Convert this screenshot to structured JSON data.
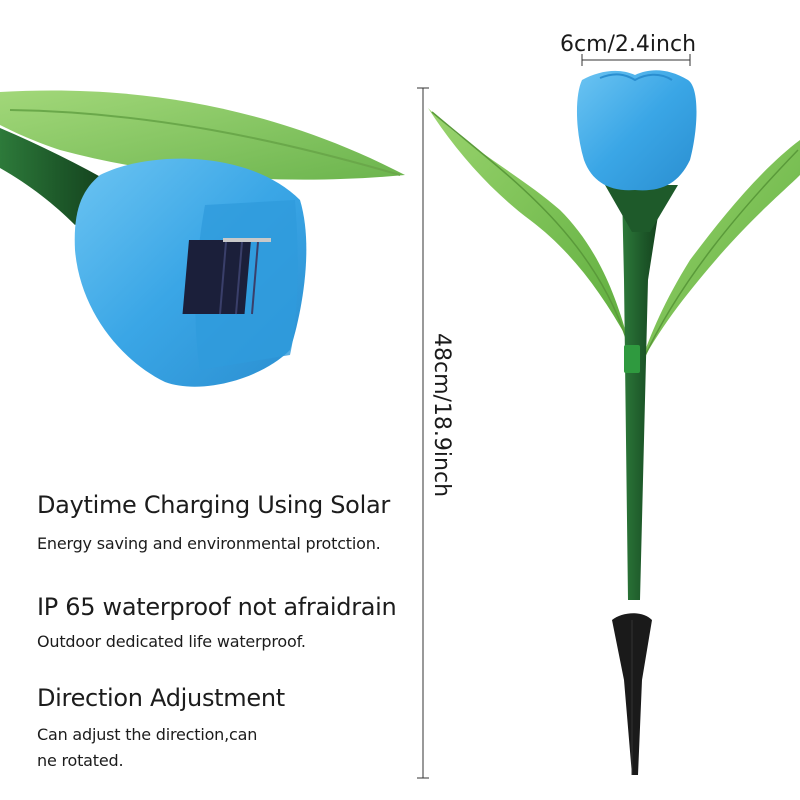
{
  "dimensions": {
    "width_label": "6cm/2.4inch",
    "height_label": "48cm/18.9inch"
  },
  "features": [
    {
      "title": "Daytime Charging Using Solar",
      "description": "Energy saving and environmental protction."
    },
    {
      "title": "IP 65 waterproof not afraidrain",
      "description": "Outdoor dedicated life waterproof."
    },
    {
      "title": "Direction Adjustment",
      "description_line1": "Can adjust the direction,can",
      "description_line2": "ne rotated."
    }
  ],
  "colors": {
    "flower_blue": "#3aa6e6",
    "leaf_green": "#7cc552",
    "stem_green": "#1e5a2a",
    "stake_black": "#1a1a1a"
  }
}
